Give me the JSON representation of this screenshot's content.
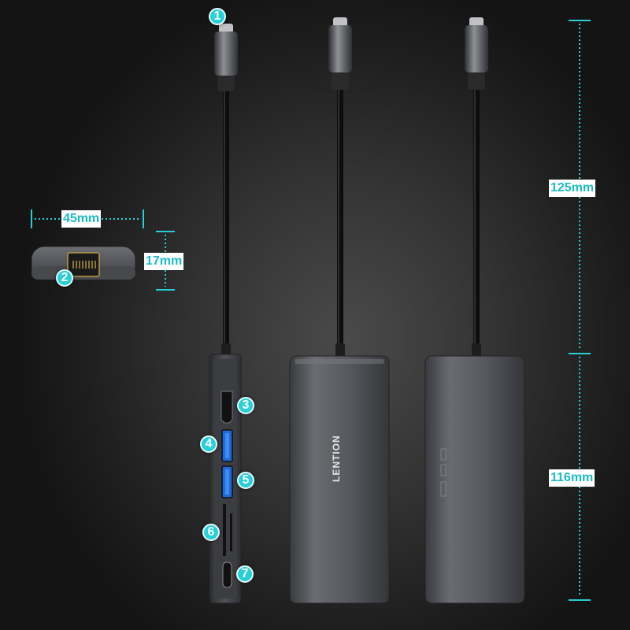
{
  "colors": {
    "accent": "#27cfd8",
    "label_text": "#19bcc6",
    "hub_body": "#55575c",
    "background": "#2e2e2e"
  },
  "brand": "LENTION",
  "callouts": [
    "1",
    "2",
    "3",
    "4",
    "5",
    "6",
    "7"
  ],
  "dimensions": {
    "ethernet_width": "45mm",
    "ethernet_height": "17mm",
    "cable_length": "125mm",
    "hub_length": "116mm"
  }
}
